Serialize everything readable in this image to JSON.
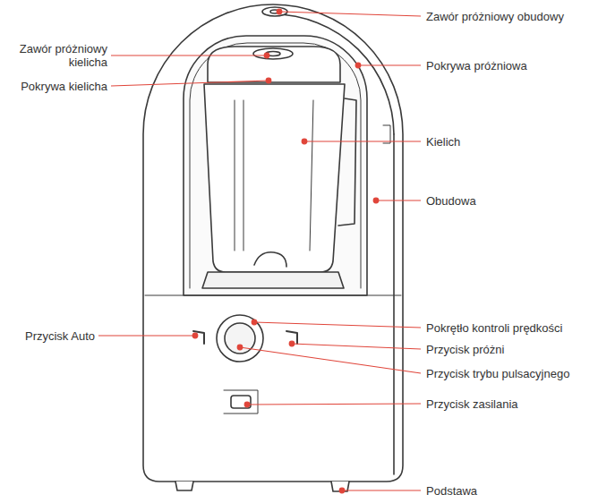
{
  "diagram": {
    "labels": [
      "Zawór próżniowy obudowy",
      "Zawór próżniowy kielicha",
      "Pokrywa próżniowa",
      "Pokrywa kielicha",
      "Kielich",
      "Obudowa",
      "Przycisk Auto",
      "Pokrętło kontroli prędkości",
      "Przycisk próżni",
      "Przycisk trybu pulsacyjnego",
      "Przycisk zasilania",
      "Podstawa"
    ]
  }
}
